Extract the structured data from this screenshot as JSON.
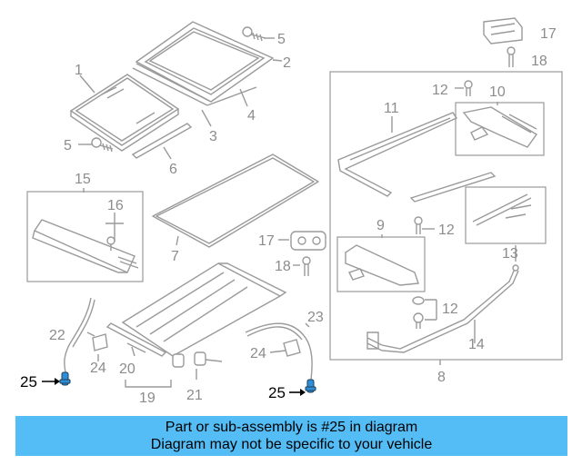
{
  "callouts": {
    "c1": "1",
    "c2": "2",
    "c3": "3",
    "c4": "4",
    "c5a": "5",
    "c5b": "5",
    "c6": "6",
    "c7": "7",
    "c8": "8",
    "c9": "9",
    "c10": "10",
    "c11": "11",
    "c12a": "12",
    "c12b": "12",
    "c12c": "12",
    "c13": "13",
    "c14": "14",
    "c15": "15",
    "c16": "16",
    "c17a": "17",
    "c17b": "17",
    "c18a": "18",
    "c18b": "18",
    "c19": "19",
    "c20": "20",
    "c21": "21",
    "c22": "22",
    "c23": "23",
    "c24a": "24",
    "c24b": "24",
    "c25a": "25",
    "c25b": "25"
  },
  "highlight_part": "25",
  "colors": {
    "banner": "#55bdf5",
    "highlight_part_fill": "#2d8fd6",
    "line_art": "#9a9a9a"
  },
  "banner": {
    "line1": "Part or sub-assembly is #25 in diagram",
    "line2": "Diagram may not be specific to your vehicle"
  }
}
